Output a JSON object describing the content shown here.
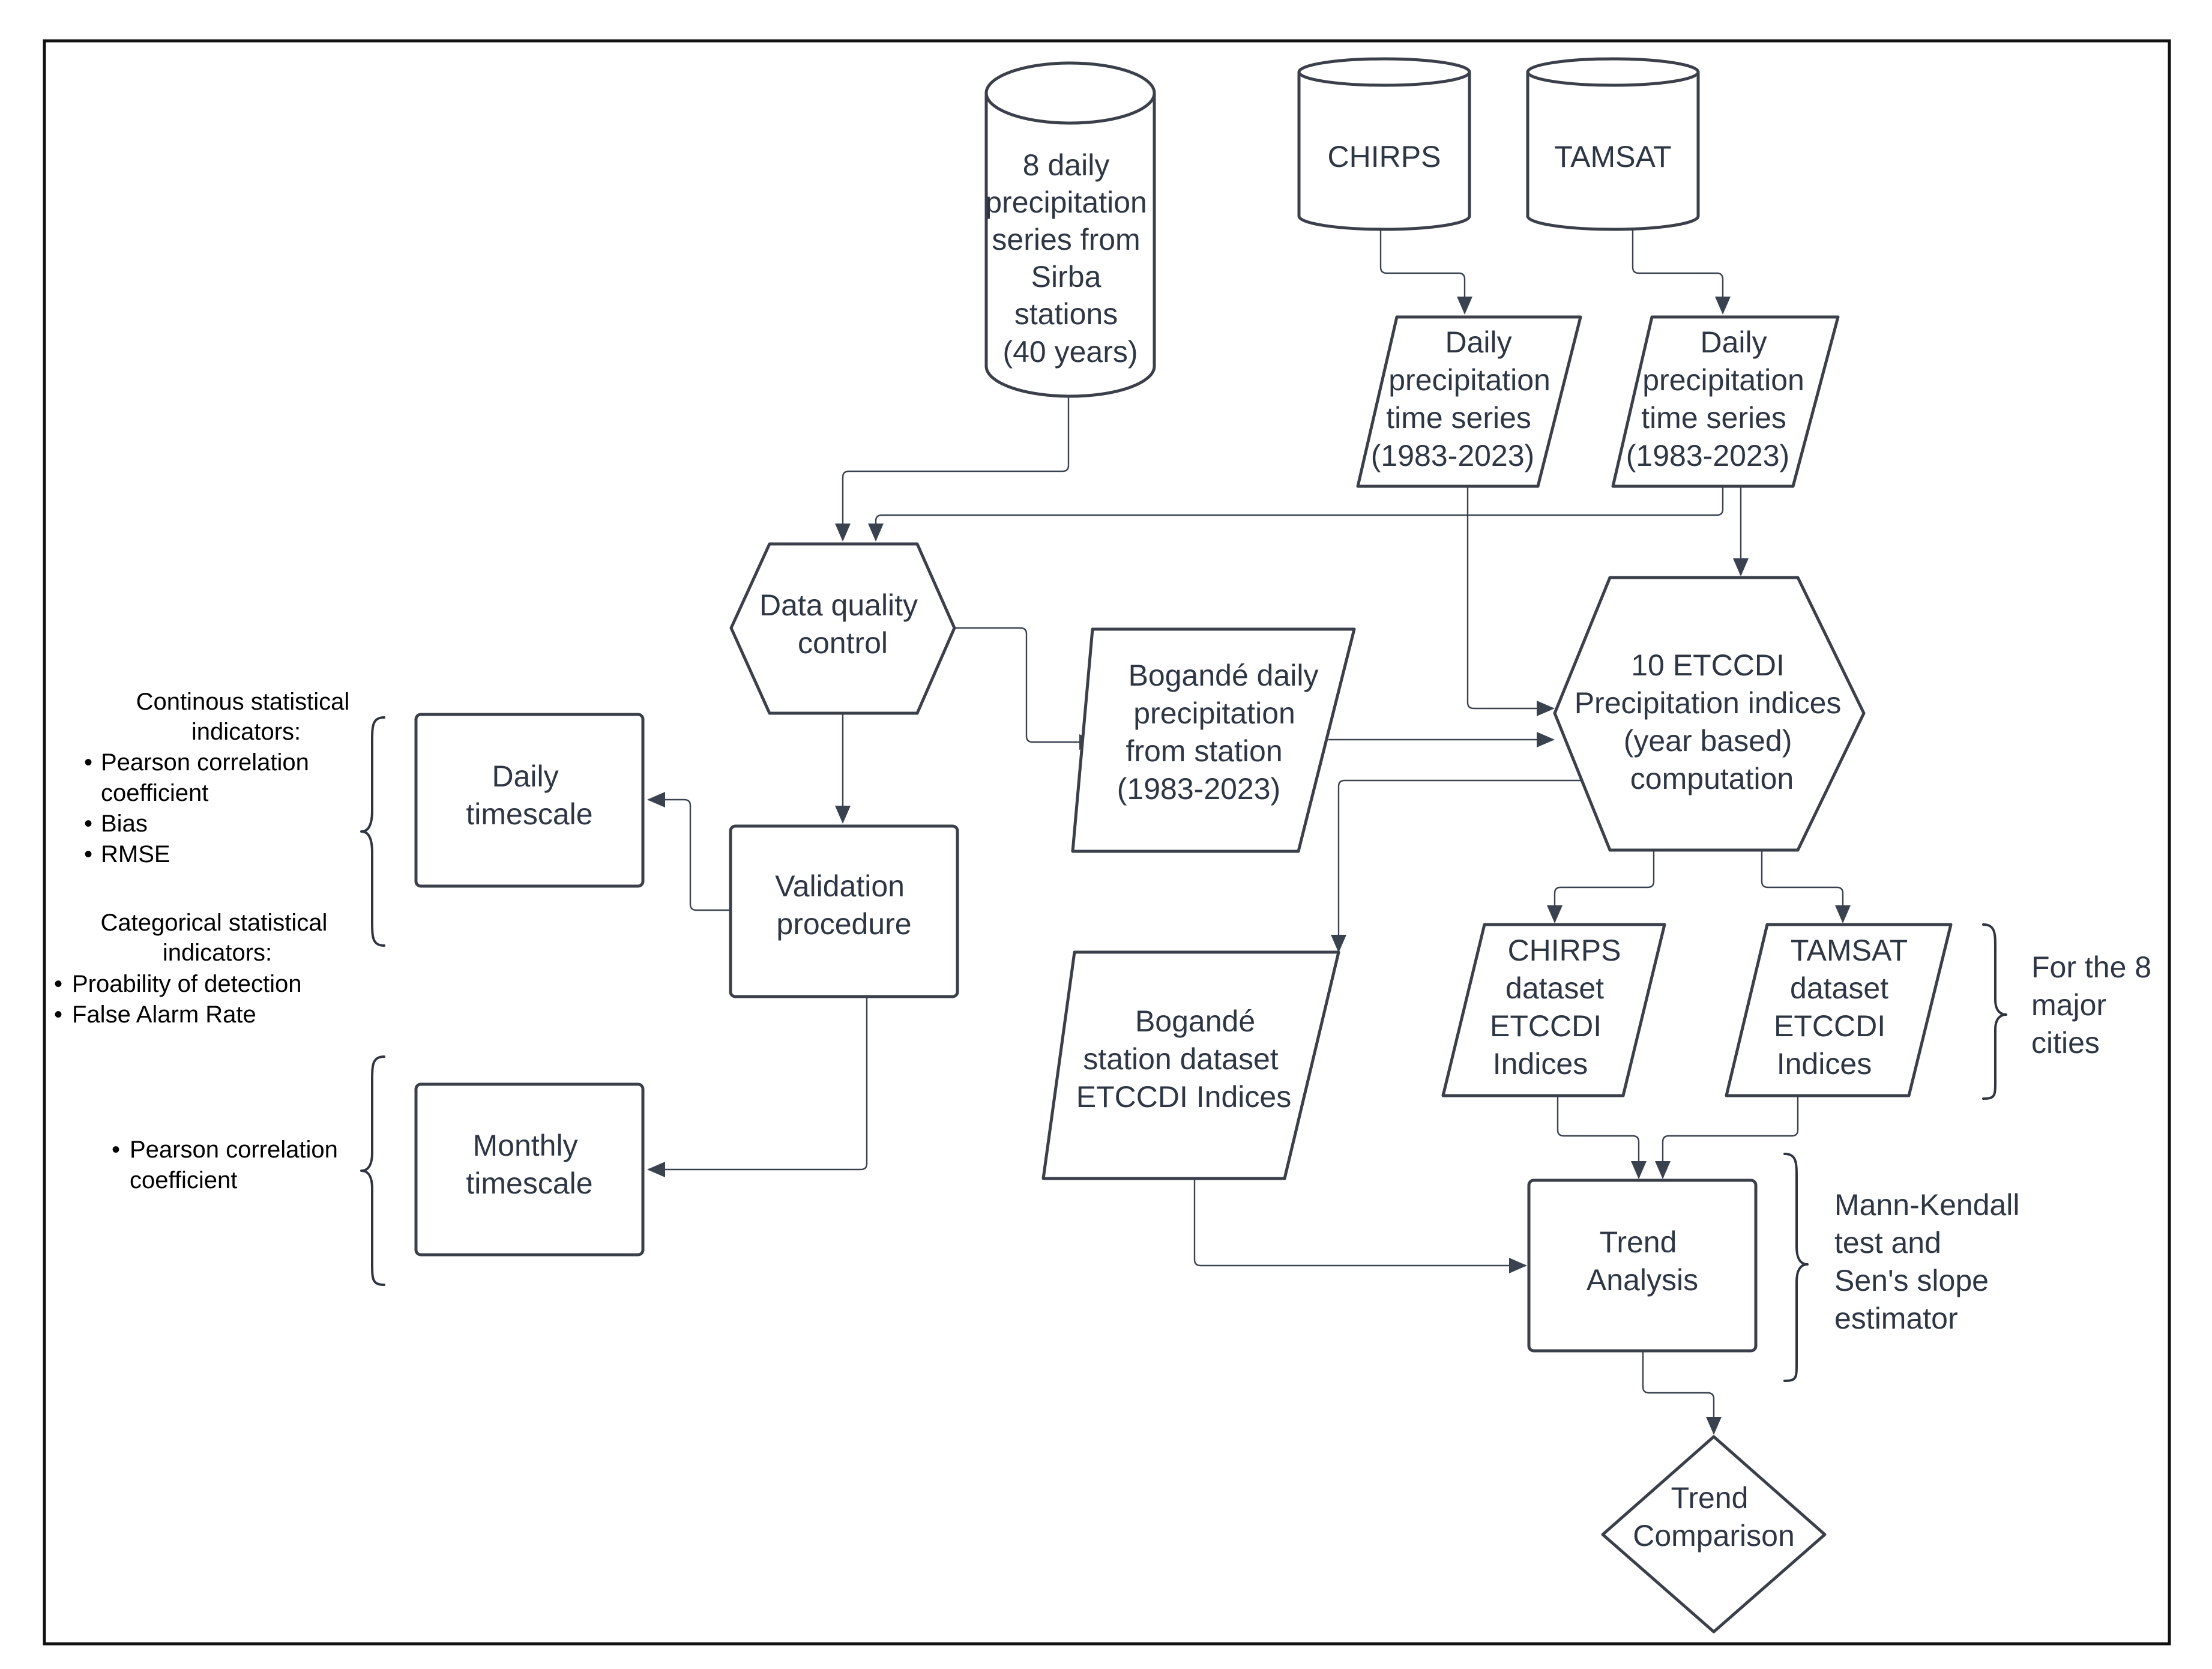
{
  "nodes": {
    "sirba_db": [
      "8 daily",
      "precipitation",
      "series from",
      "Sirba",
      "stations",
      "(40 years)"
    ],
    "chirps_db": [
      "CHIRPS"
    ],
    "tamsat_db": [
      "TAMSAT"
    ],
    "chirps_series": [
      "Daily",
      "precipitation",
      "time series",
      "(1983-2023)"
    ],
    "tamsat_series": [
      "Daily",
      "precipitation",
      "time series",
      "(1983-2023)"
    ],
    "quality_control": [
      "Data quality",
      "control"
    ],
    "bogande_series": [
      "Bogandé daily",
      "precipitation",
      "from station",
      "(1983-2023)"
    ],
    "etccdi_computation": [
      "10 ETCCDI",
      "Precipitation indices",
      "(year based)",
      "computation"
    ],
    "validation": [
      "Validation",
      "procedure"
    ],
    "daily_timescale": [
      "Daily",
      "timescale"
    ],
    "monthly_timescale": [
      "Monthly",
      "timescale"
    ],
    "bogande_indices": [
      "Bogandé",
      "station dataset",
      "ETCCDI Indices"
    ],
    "chirps_indices": [
      "CHIRPS",
      "dataset",
      "ETCCDI",
      "Indices"
    ],
    "tamsat_indices": [
      "TAMSAT",
      "dataset",
      "ETCCDI",
      "Indices"
    ],
    "trend_analysis": [
      "Trend",
      "Analysis"
    ],
    "trend_comparison": [
      "Trend",
      "Comparison"
    ]
  },
  "annotations": {
    "daily_indicators": {
      "continuous_header": [
        "Continous statistical",
        "indicators:"
      ],
      "continuous_items": [
        [
          "Pearson correlation",
          "coefficient"
        ],
        [
          "Bias"
        ],
        [
          "RMSE"
        ]
      ],
      "categorical_header": [
        "Categorical statistical",
        "indicators:"
      ],
      "categorical_items": [
        [
          "Proability of detection"
        ],
        [
          "False Alarm Rate"
        ]
      ]
    },
    "monthly_indicators": {
      "items": [
        [
          "Pearson correlation",
          "coefficient"
        ]
      ]
    },
    "cities_note": [
      "For the 8",
      "major",
      "cities"
    ],
    "trend_method_note": [
      "Mann-Kendall",
      "test and",
      "Sen's slope",
      "estimator"
    ]
  },
  "colors": {
    "stroke": "#3a3f4a",
    "text": "#2e3644",
    "note_text": "#000000",
    "background": "#ffffff"
  }
}
